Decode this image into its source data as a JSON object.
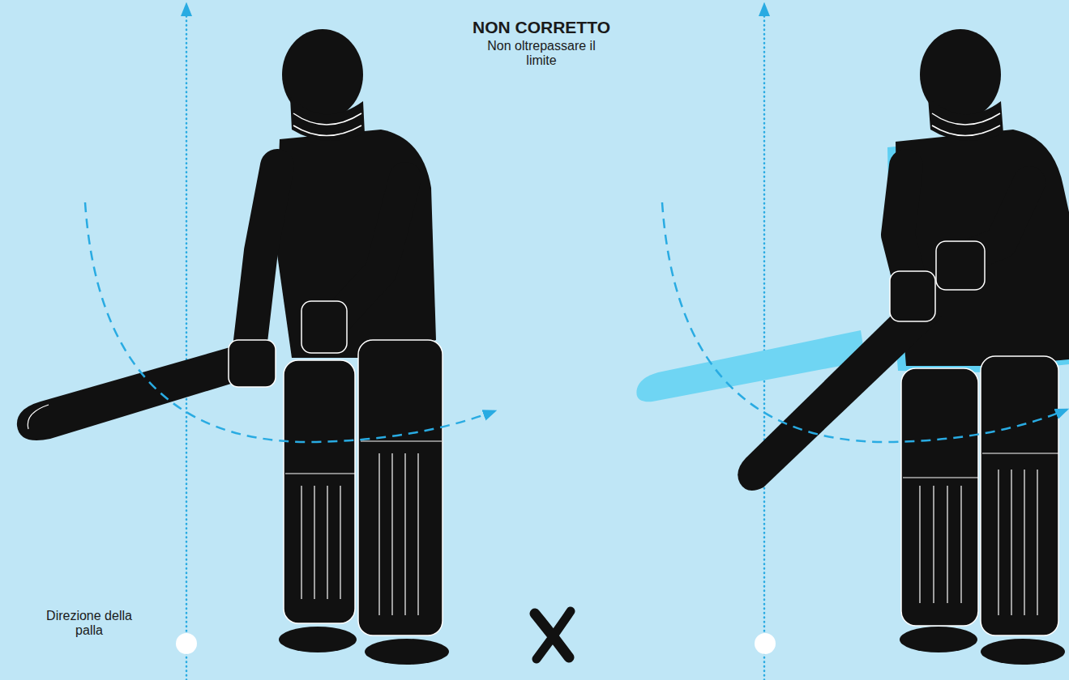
{
  "diagram": {
    "title": "NON CORRETTO",
    "labels": [
      "Non oltrepassare il limite",
      "Direzione della palla"
    ]
  }
}
